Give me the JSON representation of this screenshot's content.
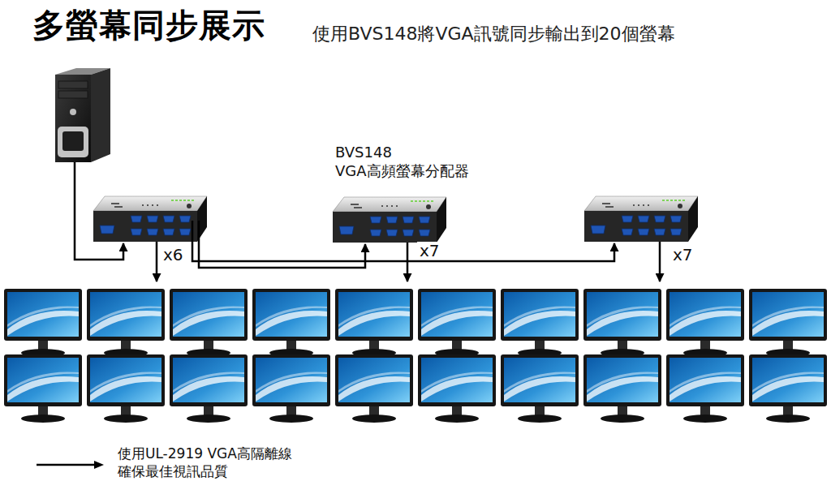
{
  "diagram": {
    "title": "多螢幕同步展示",
    "nodes": [
      {
        "text": [
          "BVS148",
          "VGA高頻螢幕分配器"
        ]
      }
    ],
    "labels": [
      "使用BVS148將VGA訊號同步輸出到20個螢幕",
      "x6",
      "x7",
      "x7"
    ],
    "legend": [
      {
        "text": "使用UL-2919 VGA高隔離線 確保最佳視訊品質"
      }
    ]
  }
}
